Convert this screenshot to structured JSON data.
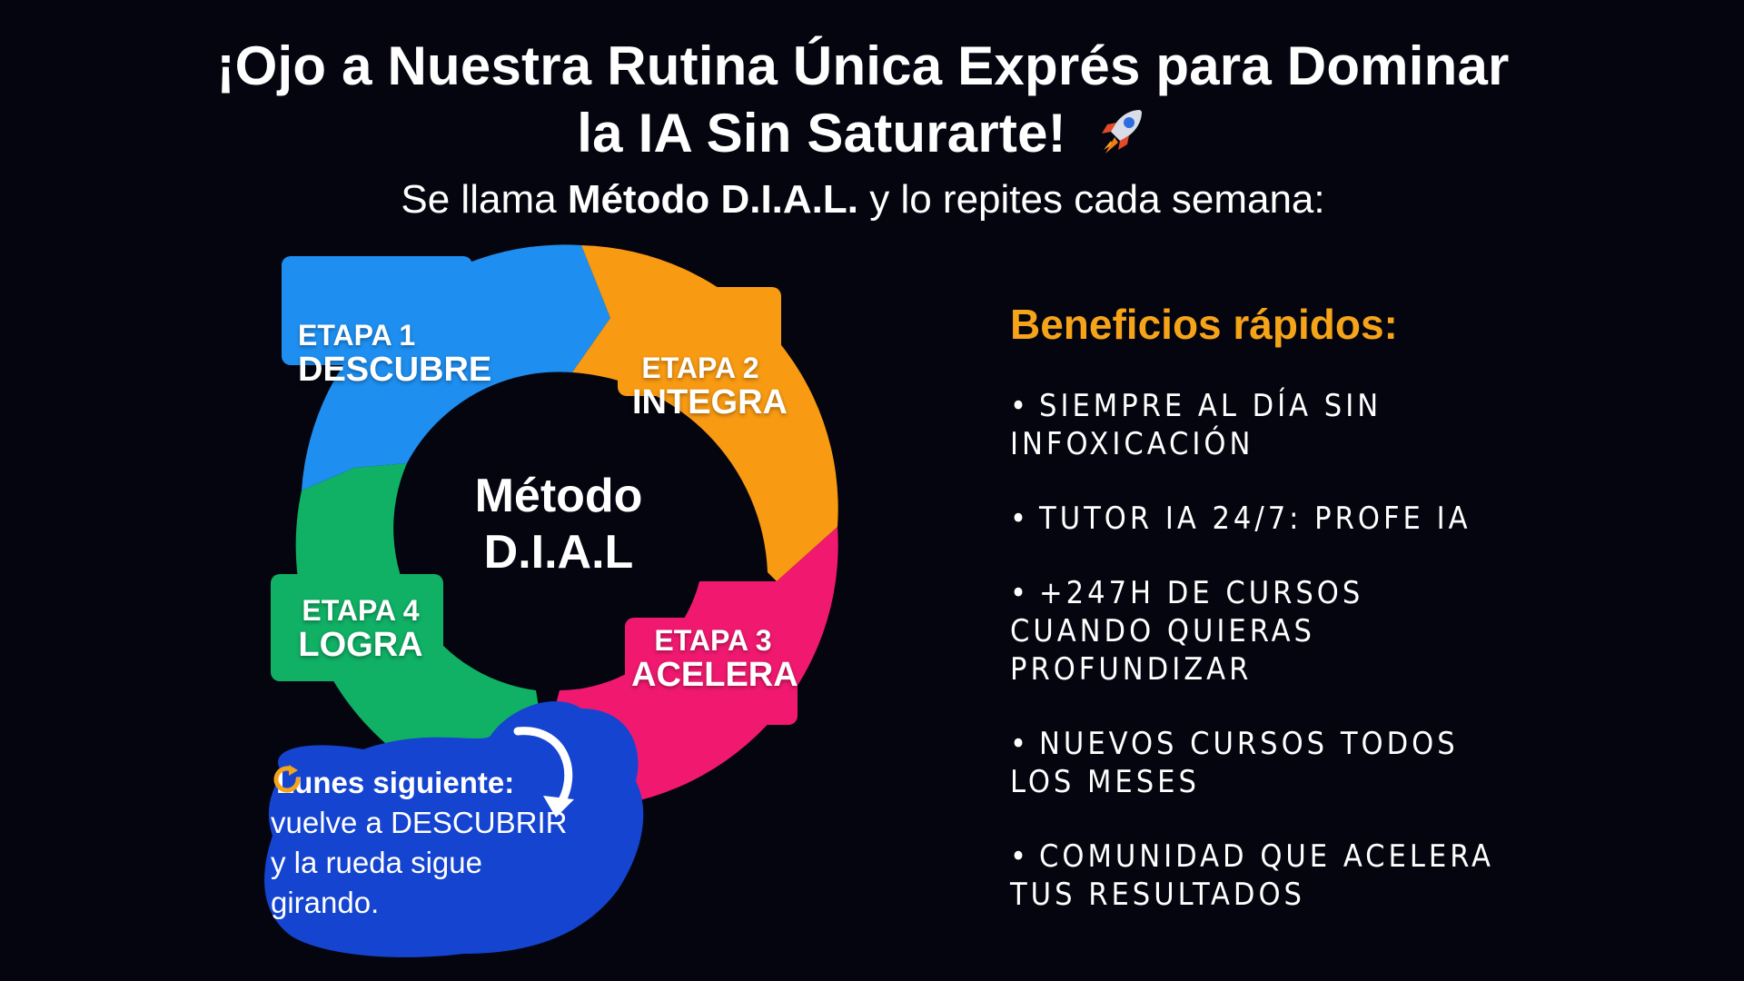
{
  "header": {
    "title_line1": "¡Ojo a Nuestra Rutina Única Exprés para Dominar",
    "title_line2": "la IA Sin Saturarte!",
    "title_icon": "rocket-icon",
    "subtitle_prefix": "Se llama ",
    "subtitle_bold": "Método D.I.A.L.",
    "subtitle_suffix": " y lo repites cada semana:"
  },
  "cycle": {
    "center_line1": "Método",
    "center_line2": "D.I.A.L",
    "stages": [
      {
        "stage": "ETAPA 1",
        "name": "DESCUBRE",
        "color": "#1e8ff0"
      },
      {
        "stage": "ETAPA 2",
        "name": "INTEGRA",
        "color": "#f89a12"
      },
      {
        "stage": "ETAPA 3",
        "name": "ACELERA",
        "color": "#f0196f"
      },
      {
        "stage": "ETAPA 4",
        "name": "LOGRA",
        "color": "#10b065"
      }
    ],
    "loop_note": {
      "icon": "refresh-icon",
      "lead": "Lunes siguiente:",
      "line2": "vuelve a DESCUBRIR",
      "line3": "y la rueda sigue girando.",
      "color": "#1444d0"
    }
  },
  "benefits": {
    "title": "Beneficios rápidos:",
    "title_color": "#f5a41a",
    "bullet": "•",
    "items": [
      "Siempre al día sin infoxicación",
      "Tutor IA 24/7: Profe IA",
      "+247h de cursos cuando quieras profundizar",
      "Nuevos cursos todos los meses",
      "Comunidad que acelera tus resultados"
    ]
  }
}
